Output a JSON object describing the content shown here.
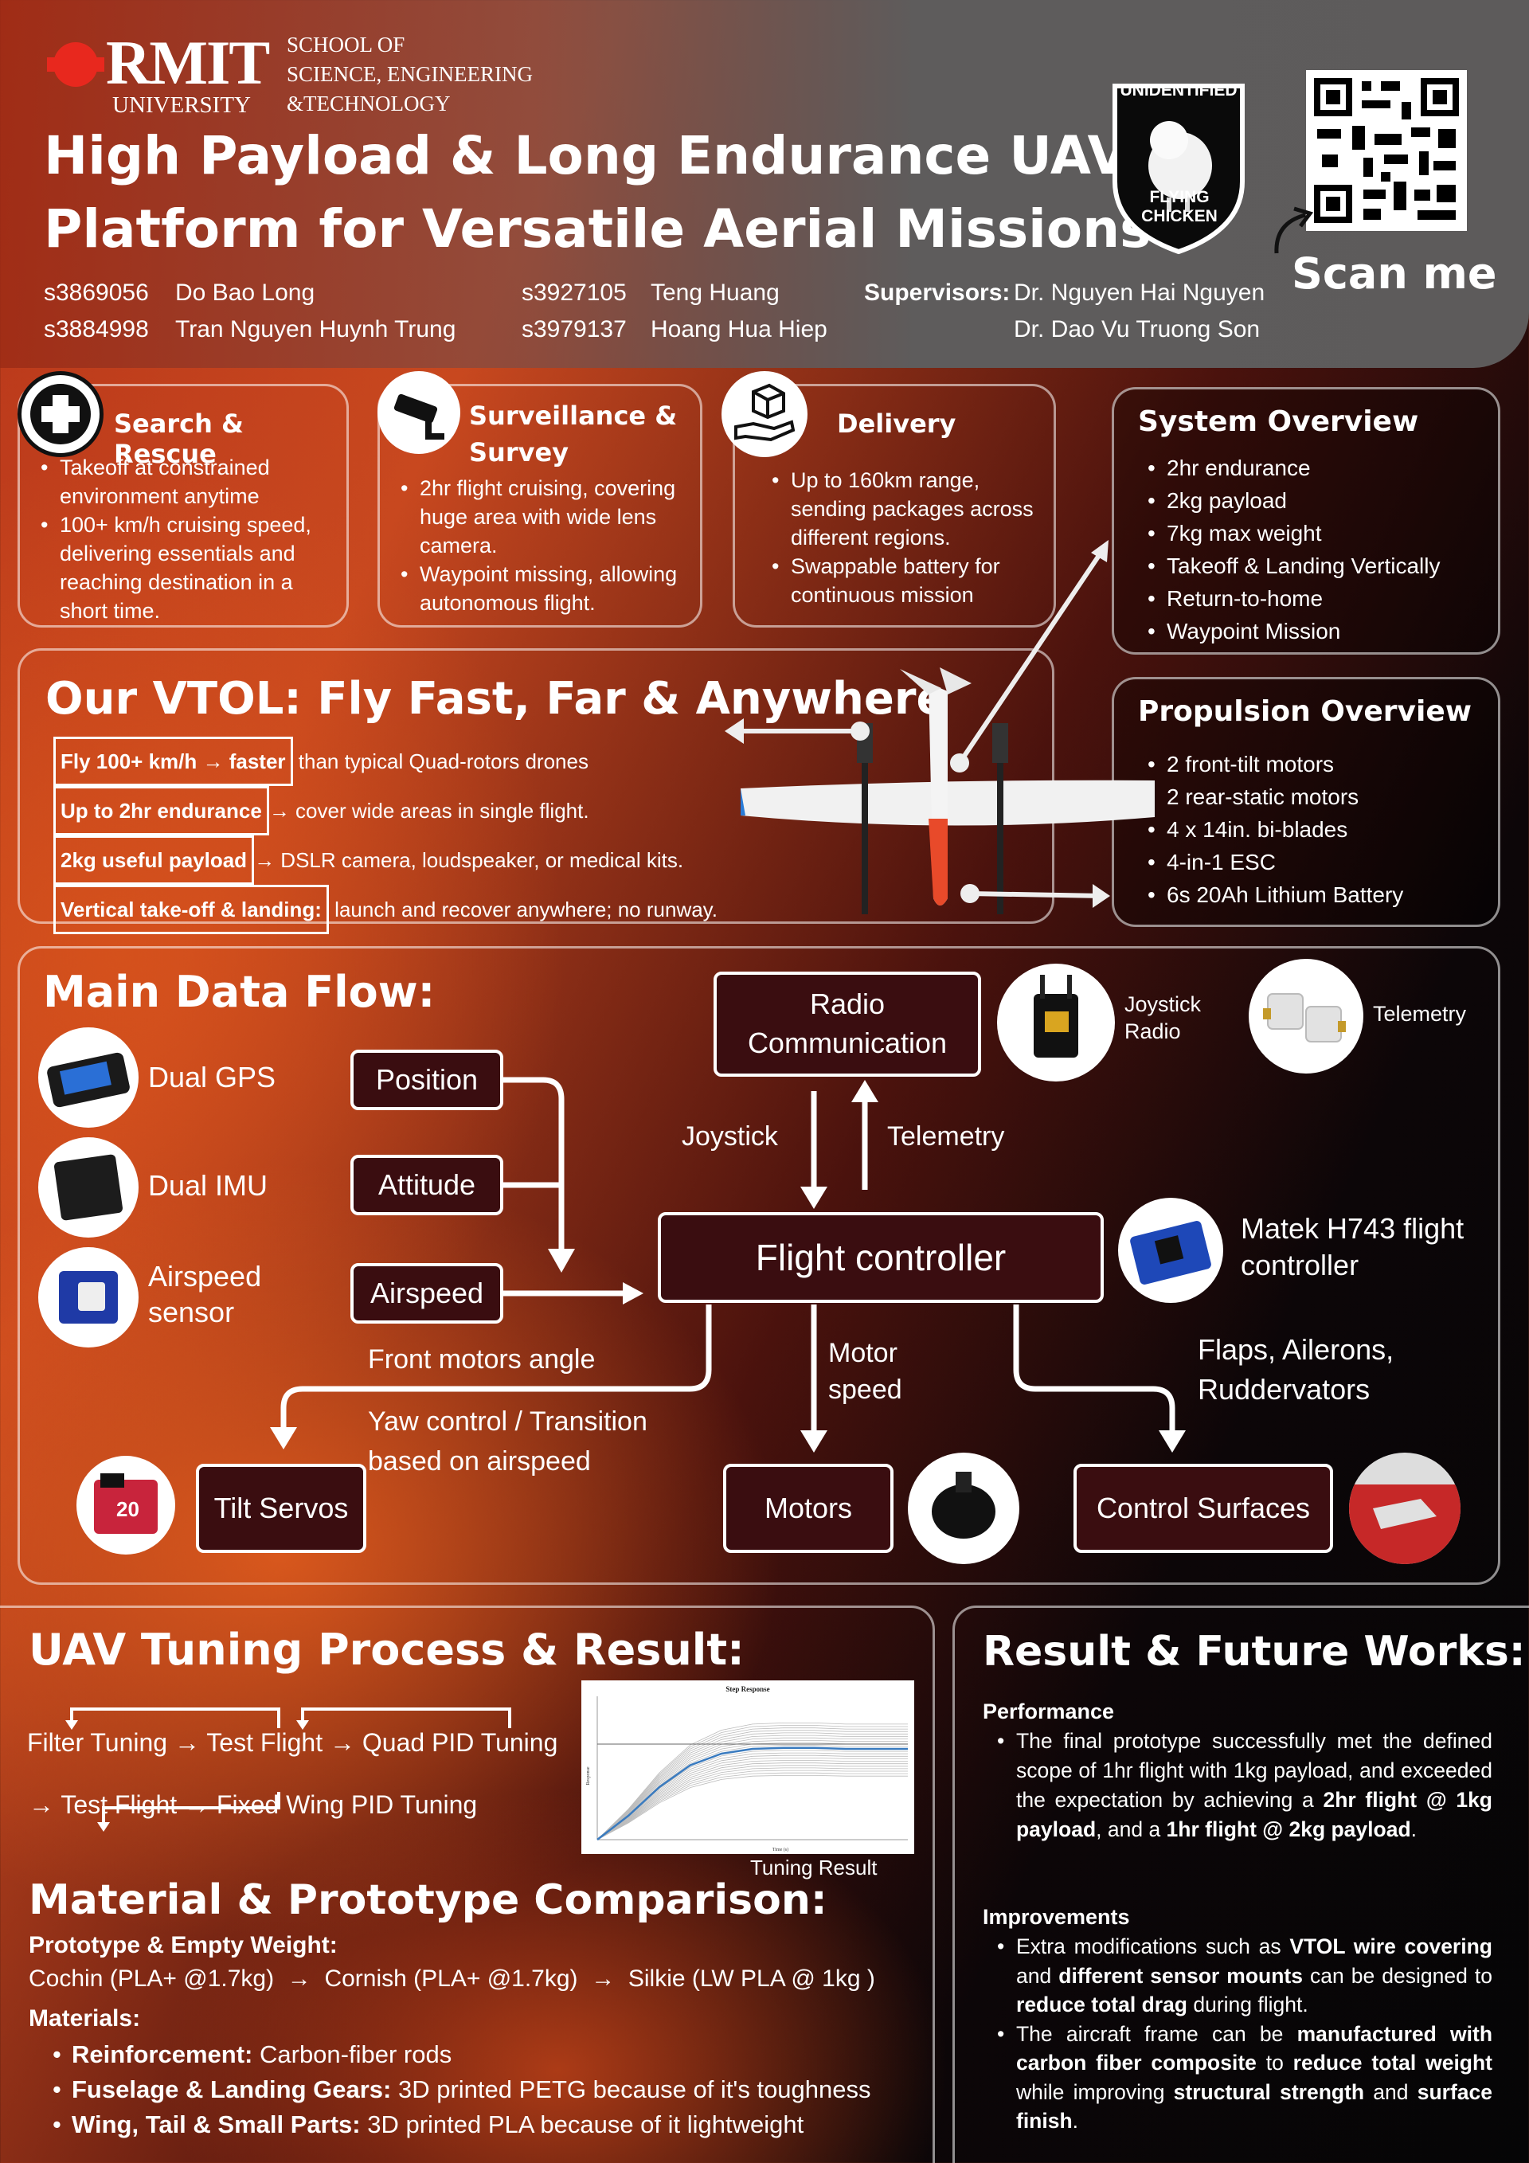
{
  "header": {
    "rmit": "RMIT",
    "university": "UNIVERSITY",
    "school": [
      "SCHOOL OF",
      "SCIENCE, ENGINEERING",
      "&TECHNOLOGY"
    ],
    "title_line1": "High Payload & Long Endurance UAV",
    "title_line2": "Platform for Versatile Aerial Missions",
    "students": [
      {
        "id": "s3869056",
        "name": "Do Bao Long"
      },
      {
        "id": "s3884998",
        "name": "Tran Nguyen Huynh Trung"
      },
      {
        "id": "s3927105",
        "name": "Teng Huang"
      },
      {
        "id": "s3979137",
        "name": "Hoang Hua Hiep"
      }
    ],
    "supervisors_label": "Supervisors:",
    "supervisors": [
      "Dr. Nguyen Hai Nguyen",
      "Dr. Dao Vu Truong Son"
    ],
    "badge_top": "UNIDENTIFIED",
    "badge_bottom": "FLYING CHICKEN",
    "scan": "Scan me"
  },
  "missions": [
    {
      "title": "Search & Rescue",
      "items": [
        "Takeoff at constrained environment anytime",
        "100+ km/h cruising speed, delivering essentials and reaching destination in a short time."
      ]
    },
    {
      "title": "Surveillance & Survey",
      "items": [
        "2hr flight cruising, covering huge area with wide lens camera.",
        "Waypoint missing, allowing autonomous flight."
      ]
    },
    {
      "title": "Delivery",
      "items": [
        "Up to 160km range, sending packages across different regions.",
        "Swappable battery for continuous mission"
      ]
    }
  ],
  "system": {
    "title": "System Overview",
    "items": [
      "2hr endurance",
      "2kg payload",
      "7kg max weight",
      "Takeoff & Landing Vertically",
      "Return-to-home",
      "Waypoint Mission"
    ]
  },
  "propulsion": {
    "title": "Propulsion Overview",
    "items": [
      "2 front-tilt motors",
      "2 rear-static motors",
      "4 x 14in. bi-blades",
      "4-in-1 ESC",
      "6s 20Ah Lithium Battery"
    ]
  },
  "vtol": {
    "title": "Our VTOL: Fly Fast, Far & Anywhere",
    "features": [
      {
        "tag": "Fly 100+ km/h → faster",
        "text": " than typical Quad-rotors drones"
      },
      {
        "tag": "Up to 2hr endurance",
        "text": "→ cover wide areas in single flight."
      },
      {
        "tag": "2kg useful payload",
        "text": "→ DSLR camera, loudspeaker, or medical kits."
      },
      {
        "tag": "Vertical take-off & landing:",
        "text": " launch and recover anywhere; no runway."
      }
    ]
  },
  "dataflow": {
    "title": "Main Data Flow:",
    "sensors": [
      {
        "label": "Dual GPS"
      },
      {
        "label": "Dual IMU"
      },
      {
        "label": "Airspeed sensor"
      }
    ],
    "signals": [
      "Position",
      "Attitude",
      "Airspeed"
    ],
    "radio": "Radio Communication",
    "joystick_radio": "Joystick Radio",
    "telemetry_img": "Telemetry",
    "joystick": "Joystick",
    "telemetry": "Telemetry",
    "fc": "Flight controller",
    "matek": "Matek H743 flight controller",
    "front_motors": "Front motors angle",
    "yaw": "Yaw control / Transition based on airspeed",
    "motor_speed": "Motor speed",
    "flaps": "Flaps, Ailerons, Ruddervators",
    "tilt": "Tilt Servos",
    "motors": "Motors",
    "control": "Control Surfaces",
    "servo_label": "20"
  },
  "tuning": {
    "title": "UAV Tuning Process & Result:",
    "line1": "Filter Tuning → Test Flight → Quad PID Tuning",
    "line2": "→ Test Flight → Fixed Wing PID Tuning",
    "chart_caption": "Tuning Result"
  },
  "chart_data": {
    "type": "line",
    "title": "Step Response",
    "xlabel": "Time (s)",
    "ylabel": "Response",
    "x": [
      0,
      0.05,
      0.1,
      0.15,
      0.2,
      0.25,
      0.3,
      0.35,
      0.4,
      0.45,
      0.5
    ],
    "series": [
      {
        "values": [
          0,
          0.25,
          0.55,
          0.78,
          0.9,
          0.95,
          0.96,
          0.96,
          0.95,
          0.95,
          0.95
        ]
      }
    ],
    "xlim": [
      0,
      0.5
    ],
    "ylim": [
      0,
      1.5
    ]
  },
  "material": {
    "title": "Material & Prototype Comparison:",
    "proto_label": "Prototype & Empty Weight:",
    "proto_line": "Cochin (PLA+ @1.7kg)  →  Cornish (PLA+ @1.7kg)  →  Silkie (LW PLA @ 1kg )",
    "materials_label": "Materials:",
    "items": [
      {
        "b": "Reinforcement:",
        "t": " Carbon-fiber rods"
      },
      {
        "b": "Fuselage & Landing Gears:",
        "t": " 3D printed PETG because of it's toughness"
      },
      {
        "b": "Wing, Tail & Small Parts:",
        "t": " 3D printed PLA because of it lightweight"
      }
    ]
  },
  "result": {
    "title": "Result & Future Works:",
    "perf_label": "Performance",
    "perf": [
      "The final prototype successfully met the defined scope of 1hr flight with 1kg payload, and exceeded the expectation by achieving a ",
      "2hr flight @ 1kg payload",
      ", and a ",
      "1hr flight @ 2kg payload",
      "."
    ],
    "impr_label": "Improvements",
    "impr1": [
      "Extra modifications such as ",
      "VTOL wire covering",
      " and ",
      "different sensor mounts",
      " can be designed to ",
      "reduce total drag",
      " during flight."
    ],
    "impr2": [
      "The aircraft frame can be ",
      "manufactured with carbon fiber composite",
      " to ",
      "reduce total weight",
      " while improving ",
      "structural strength",
      " and ",
      "surface finish",
      "."
    ]
  },
  "colors": {
    "accent": "#e8431e",
    "dark_button": "#3a0d10",
    "header": "#5d5b5b"
  }
}
